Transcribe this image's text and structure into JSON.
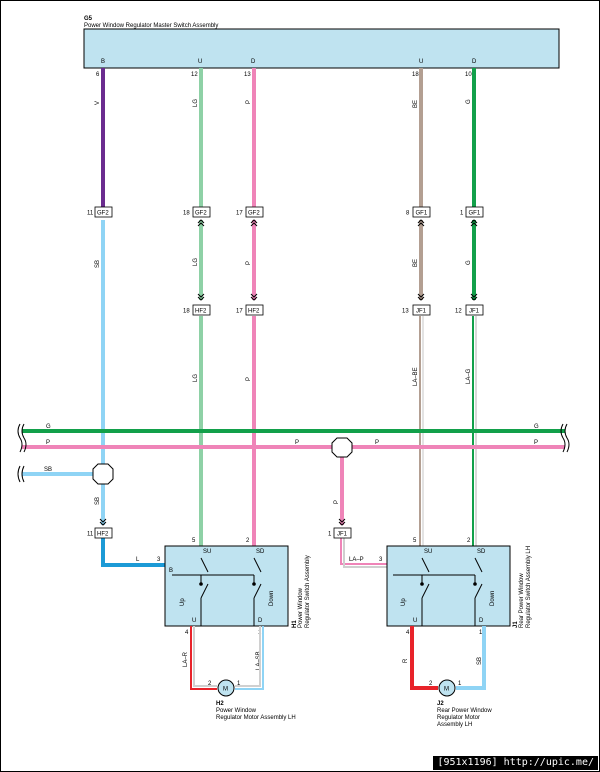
{
  "master": {
    "code": "G5",
    "name": "Power Window Regulator Master Switch Assembly",
    "pins": [
      {
        "label": "B",
        "num": "6"
      },
      {
        "label": "U",
        "num": "12"
      },
      {
        "label": "D",
        "num": "13"
      },
      {
        "label": "U",
        "num": "18"
      },
      {
        "label": "D",
        "num": "10"
      }
    ]
  },
  "colors": {
    "V": "#6b2c8f",
    "LG": "#8ed1a6",
    "P": "#ef84b8",
    "BE": "#b39f92",
    "G": "#12a04a",
    "SB": "#8fd4f5",
    "L": "#1c9ad6",
    "R": "#e8232a",
    "box": "#bfe3f0"
  },
  "wire_labels": {
    "v": "V",
    "lg": "LG",
    "p": "P",
    "be": "BE",
    "g": "G",
    "sb": "SB",
    "la_be": "LA–BE",
    "la_g": "LA–G",
    "l": "L",
    "la_p": "LA–P",
    "la_r": "LA–R",
    "la_sb": "LA–SB",
    "r": "R"
  },
  "connectors": {
    "gf2_a": {
      "pin": "11",
      "code": "GF2"
    },
    "gf2_b": {
      "pin": "18",
      "code": "GF2"
    },
    "gf2_c": {
      "pin": "17",
      "code": "GF2"
    },
    "gf1_a": {
      "pin": "8",
      "code": "GF1"
    },
    "gf1_b": {
      "pin": "1",
      "code": "GF1"
    },
    "hf2_a": {
      "pin": "18",
      "code": "HF2"
    },
    "hf2_b": {
      "pin": "17",
      "code": "HF2"
    },
    "jf1_a": {
      "pin": "13",
      "code": "JF1"
    },
    "jf1_b": {
      "pin": "12",
      "code": "JF1"
    },
    "hf2_c": {
      "pin": "11",
      "code": "HF2"
    },
    "jf1_c": {
      "pin": "1",
      "code": "JF1"
    }
  },
  "h1": {
    "code": "H1",
    "name_1": "Power Window",
    "name_2": "Regulator Switch Assembly",
    "pin_b": "B",
    "pin_b_num": "3",
    "su": "SU",
    "su_num": "5",
    "sd": "SD",
    "sd_num": "2",
    "up": "Up",
    "down": "Down",
    "u": "U",
    "u_num": "4",
    "d": "D",
    "d_num": "1"
  },
  "j1": {
    "code": "J1",
    "name_1": "Rear Power Window",
    "name_2": "Regulator Switch Assembly LH",
    "pin_num": "3",
    "su": "SU",
    "su_num": "5",
    "sd": "SD",
    "sd_num": "2",
    "up": "Up",
    "down": "Down",
    "u": "U",
    "u_num": "4",
    "d": "D",
    "d_num": "1"
  },
  "h2": {
    "code": "H2",
    "line1": "Power Window",
    "line2": "Regulator Motor Assembly LH",
    "pin_a": "2",
    "pin_b": "1",
    "motor": "M"
  },
  "j2": {
    "code": "J2",
    "line1": "Rear Power Window",
    "line2": "Regulator Motor",
    "line3": "Assembly LH",
    "pin_a": "2",
    "pin_b": "1",
    "motor": "M"
  },
  "footer": "[951x1196] http://upic.me/"
}
